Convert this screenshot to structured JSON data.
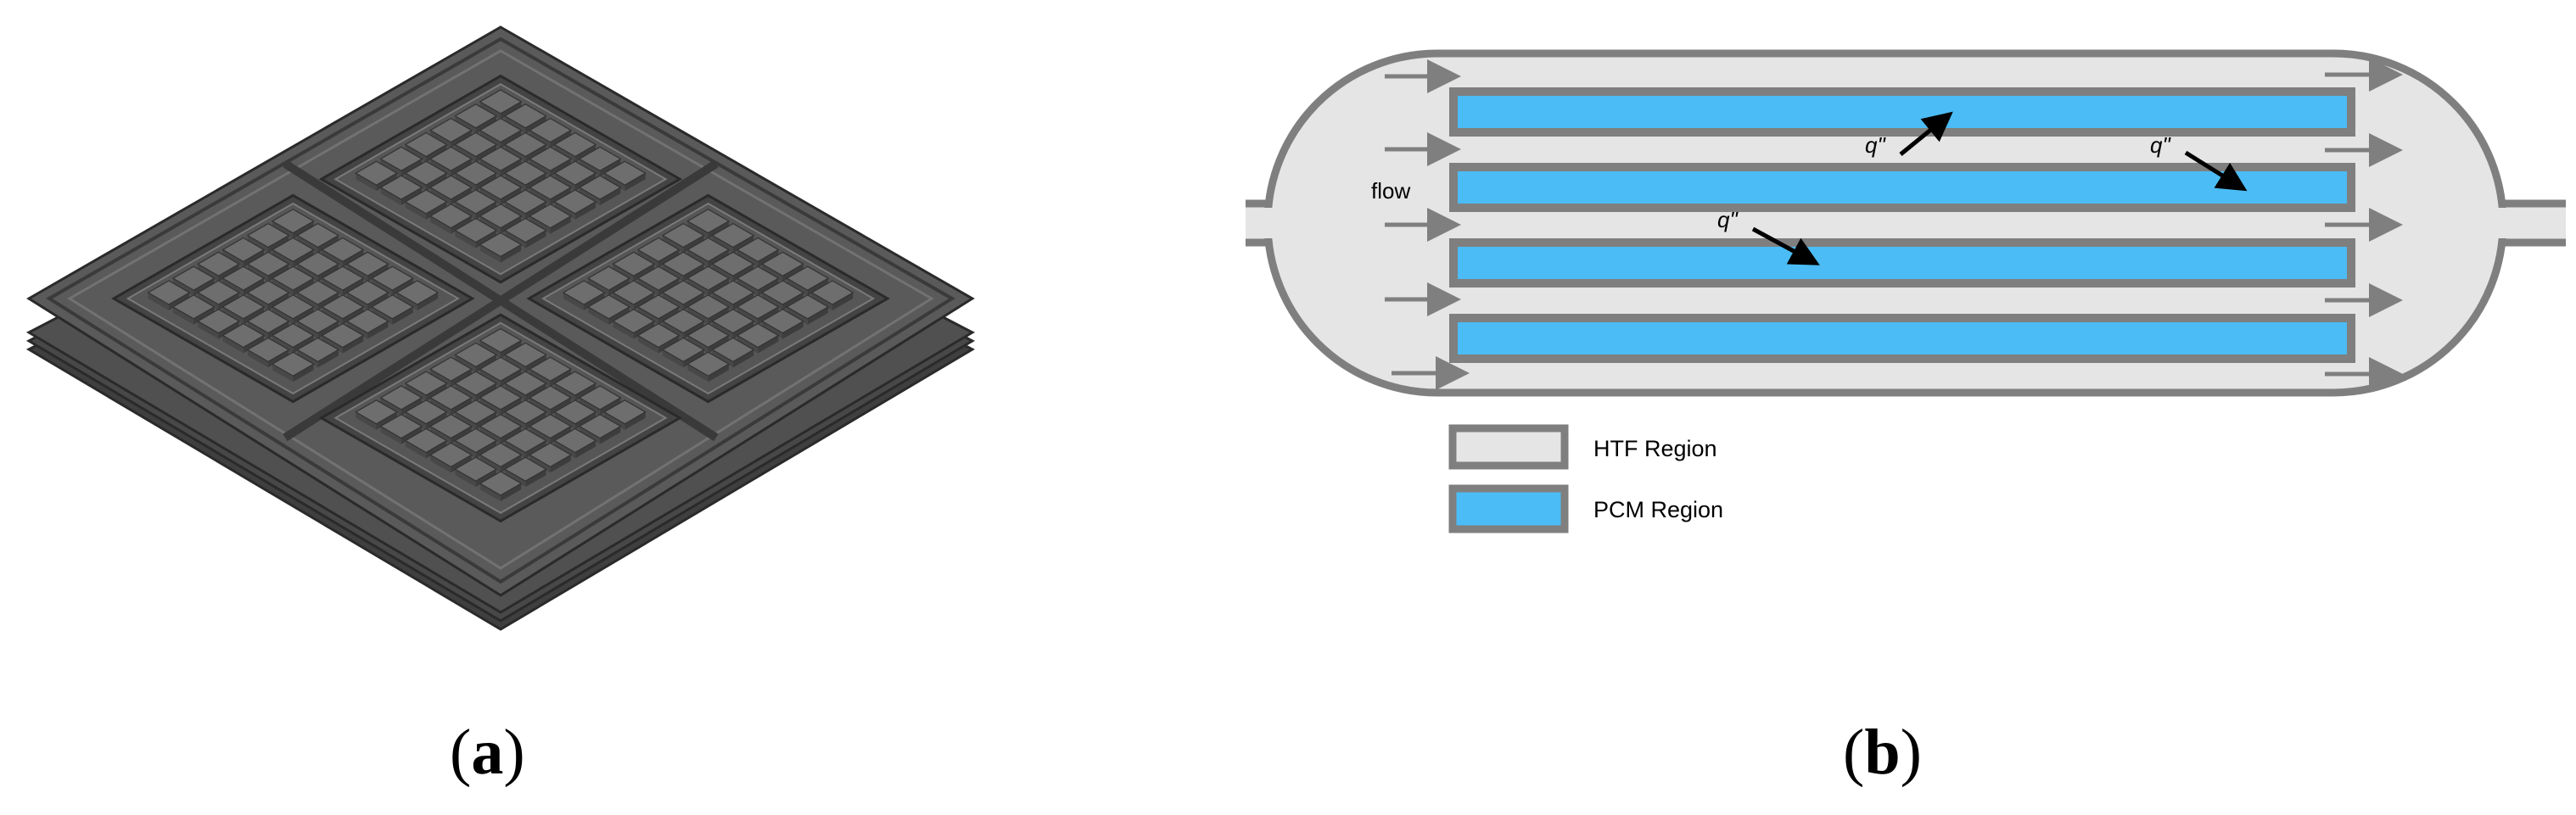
{
  "panel_a": {
    "caption_open": "(",
    "caption_letter": "a",
    "caption_close": ")"
  },
  "panel_b": {
    "caption_open": "(",
    "caption_letter": "b",
    "caption_close": ")",
    "flow_label": "flow",
    "heat_flux_labels": [
      "q\"",
      "q\"",
      "q\""
    ],
    "legend": [
      {
        "label": "HTF Region",
        "fill": "#e5e5e5"
      },
      {
        "label": "PCM Region",
        "fill": "#4bbcf5"
      }
    ]
  },
  "colors": {
    "outline": "#7f7f7f",
    "htf": "#e5e5e5",
    "pcm": "#4bbcf5",
    "plate_dark": "#4a4a4a",
    "plate_mid": "#5c5c5c",
    "plate_light": "#787878",
    "arrow": "#000000"
  }
}
